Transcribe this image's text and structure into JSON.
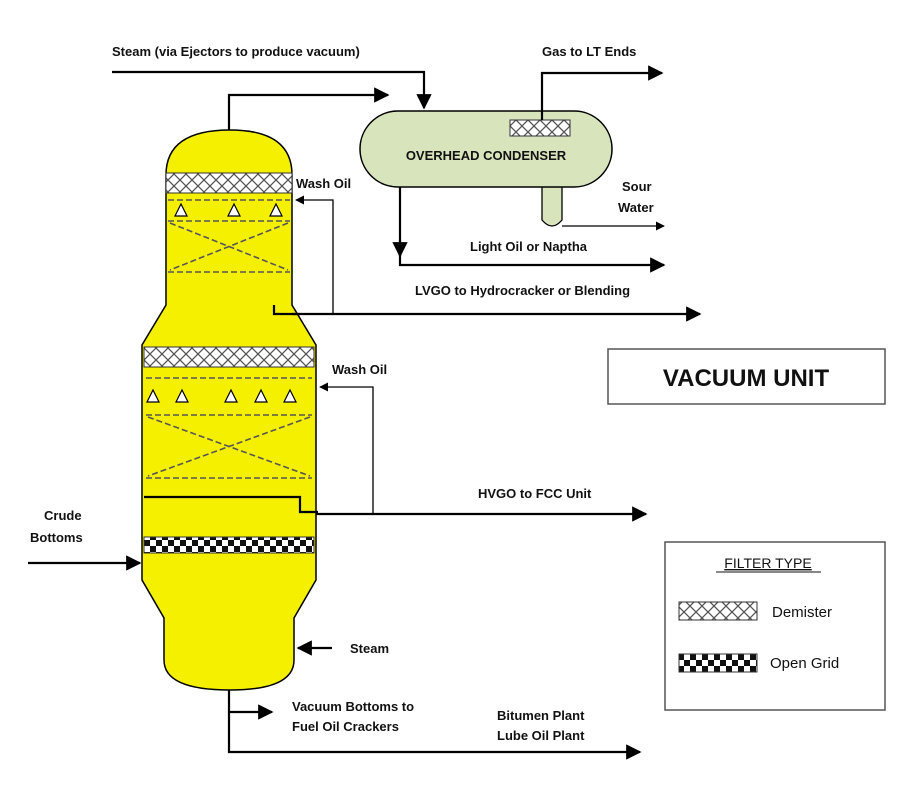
{
  "title": "VACUUM UNIT",
  "condenser_label": "OVERHEAD CONDENSER",
  "streams": {
    "steam_ejectors": "Steam (via Ejectors to produce vacuum)",
    "gas_lt_ends": "Gas to LT Ends",
    "sour_water_1": "Sour",
    "sour_water_2": "Water",
    "light_oil": "Light  Oil or Naptha",
    "lvgo": "LVGO to Hydrocracker or Blending",
    "wash_oil_top": "Wash Oil",
    "wash_oil_mid": "Wash Oil",
    "hvgo": "HVGO to FCC Unit",
    "crude_1": "Crude",
    "crude_2": "Bottoms",
    "steam_bottom": "Steam",
    "vac_bottoms_1": "Vacuum Bottoms to",
    "vac_bottoms_2": "Fuel Oil Crackers",
    "bitumen_1": "Bitumen Plant",
    "bitumen_2": "Lube Oil Plant"
  },
  "legend": {
    "title": "FILTER TYPE",
    "items": [
      {
        "label": "Demister",
        "pattern": "demister"
      },
      {
        "label": "Open Grid",
        "pattern": "open-grid"
      }
    ]
  },
  "colors": {
    "column_fill": "#f5f000",
    "condenser_fill": "#d8e4bc",
    "line": "#000000"
  }
}
